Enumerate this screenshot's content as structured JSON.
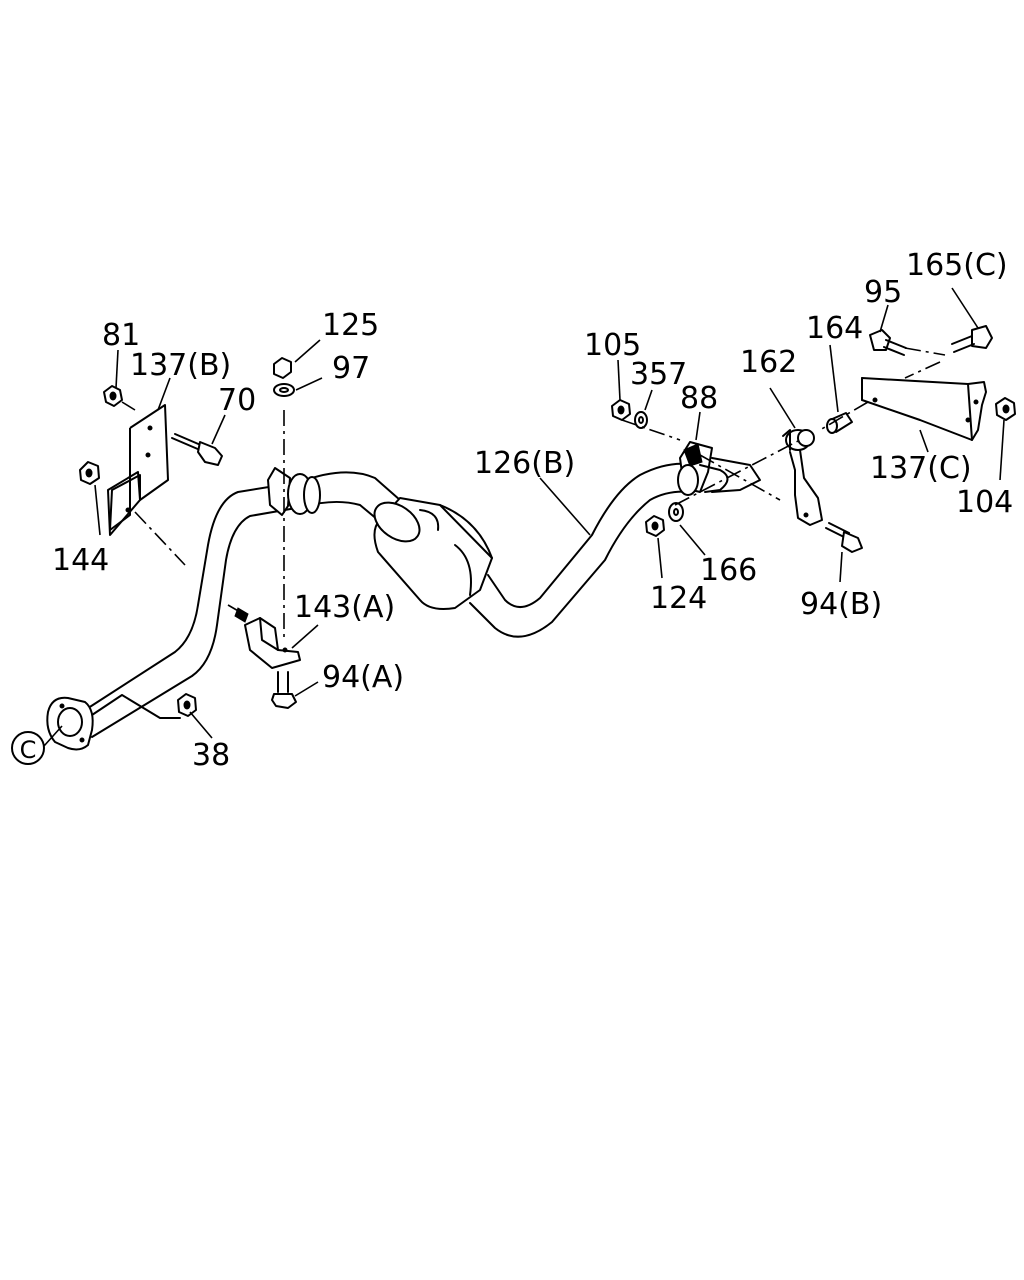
{
  "callouts": [
    {
      "id": "81",
      "text": "81"
    },
    {
      "id": "137b",
      "text": "137(B)"
    },
    {
      "id": "70",
      "text": "70"
    },
    {
      "id": "144",
      "text": "144"
    },
    {
      "id": "125",
      "text": "125"
    },
    {
      "id": "97",
      "text": "97"
    },
    {
      "id": "143a",
      "text": "143(A)"
    },
    {
      "id": "94a",
      "text": "94(A)"
    },
    {
      "id": "38",
      "text": "38"
    },
    {
      "id": "126b",
      "text": "126(B)"
    },
    {
      "id": "105",
      "text": "105"
    },
    {
      "id": "357",
      "text": "357"
    },
    {
      "id": "88",
      "text": "88"
    },
    {
      "id": "162",
      "text": "162"
    },
    {
      "id": "164",
      "text": "164"
    },
    {
      "id": "95",
      "text": "95"
    },
    {
      "id": "165c",
      "text": "165(C)"
    },
    {
      "id": "137c",
      "text": "137(C)"
    },
    {
      "id": "104",
      "text": "104"
    },
    {
      "id": "166",
      "text": "166"
    },
    {
      "id": "124",
      "text": "124"
    },
    {
      "id": "94b",
      "text": "94(B)"
    }
  ],
  "connector": {
    "letter": "C"
  }
}
